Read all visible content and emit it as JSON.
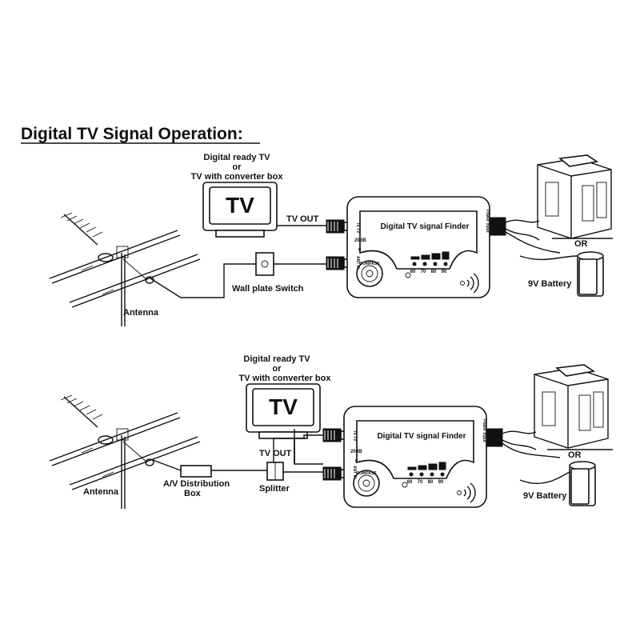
{
  "title": "Digital TV Signal Operation:",
  "tv_text": "TV",
  "tv_label_line1": "Digital ready TV",
  "tv_label_line2": "or",
  "tv_label_line3": "TV with converter box",
  "tv_out": "TV OUT",
  "antenna": "Antenna",
  "wall_plate_switch": "Wall plate Switch",
  "av_box_line1": "A/V Distribution",
  "av_box_line2": "Box",
  "splitter": "Splitter",
  "or": "OR",
  "battery": "9V Battery",
  "finder_title": "Digital TV signal Finder",
  "compass": "COMPASS",
  "to_tv": "To TV",
  "ant_in": "ANT IN",
  "power_input": "Power Input",
  "gain_20db": "20dB",
  "gain_0": "0",
  "scale": [
    "60",
    "70",
    "80",
    "90"
  ]
}
